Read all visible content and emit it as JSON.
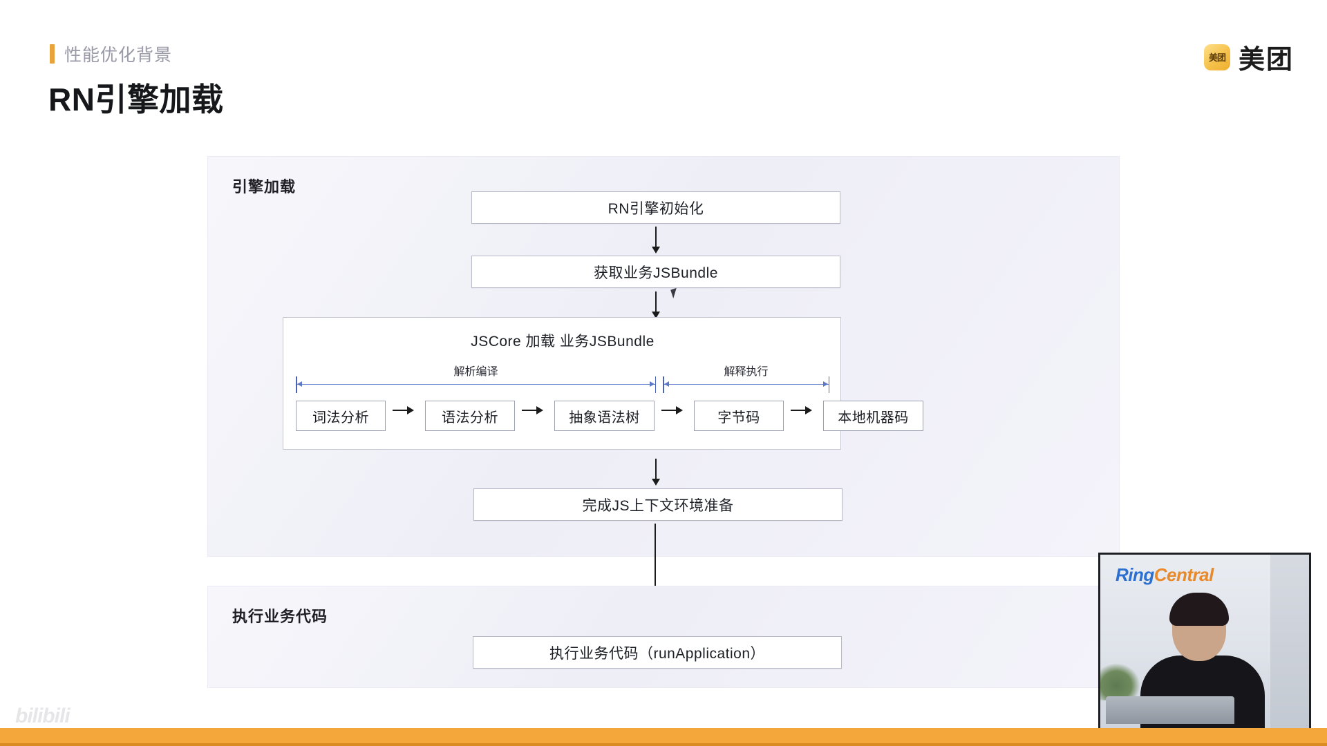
{
  "header": {
    "eyebrow": "性能优化背景",
    "title": "RN引擎加载",
    "accent_color": "#E8A33D"
  },
  "brand": {
    "mark_text": "美团",
    "name": "美团",
    "mark_color": "#F5C14B"
  },
  "diagram": {
    "sections": [
      {
        "label": "引擎加载"
      },
      {
        "label": "执行业务代码"
      }
    ],
    "boxes": {
      "init": "RN引擎初始化",
      "bundle": "获取业务JSBundle",
      "js_context": "完成JS上下文环境准备",
      "run_application": "执行业务代码（runApplication）"
    },
    "jscore": {
      "title": "JSCore 加载 业务JSBundle",
      "phases": [
        {
          "label": "解析编译",
          "accent": "#5d79c6"
        },
        {
          "label": "解释执行",
          "accent": "#5d79c6"
        }
      ],
      "pipeline": [
        "词法分析",
        "语法分析",
        "抽象语法树",
        "字节码",
        "本地机器码"
      ]
    }
  },
  "video": {
    "logo_part1": "Ring",
    "logo_part2": "Central",
    "logo_color1": "#2b6fd0",
    "logo_color2": "#E8892B"
  },
  "watermark": "bilibili",
  "player": {
    "progress_color": "#F4A73B"
  }
}
